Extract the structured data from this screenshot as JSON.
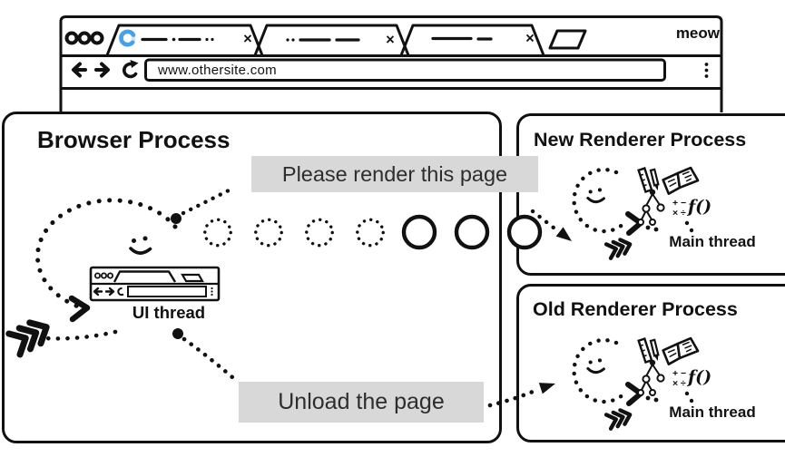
{
  "browser_chrome": {
    "brand": "meow",
    "url": "www.othersite.com",
    "tabs": [
      {
        "close_glyph": "×"
      },
      {
        "close_glyph": "×"
      },
      {
        "close_glyph": "×"
      }
    ]
  },
  "processes": {
    "browser": {
      "title": "Browser Process",
      "thread_label": "UI thread"
    },
    "new_renderer": {
      "title": "New Renderer Process",
      "thread_label": "Main thread"
    },
    "old_renderer": {
      "title": "Old Renderer Process",
      "thread_label": "Main thread"
    }
  },
  "messages": {
    "render_request": "Please render this page",
    "unload_request": "Unload the page"
  },
  "icon_text": {
    "function_glyph": "f()",
    "math_row1": "+ −",
    "math_row2": "× ÷"
  },
  "colors": {
    "ink": "#111111",
    "label_bg": "#d8d8d8",
    "spinner_blue": "#4aa0e4"
  }
}
